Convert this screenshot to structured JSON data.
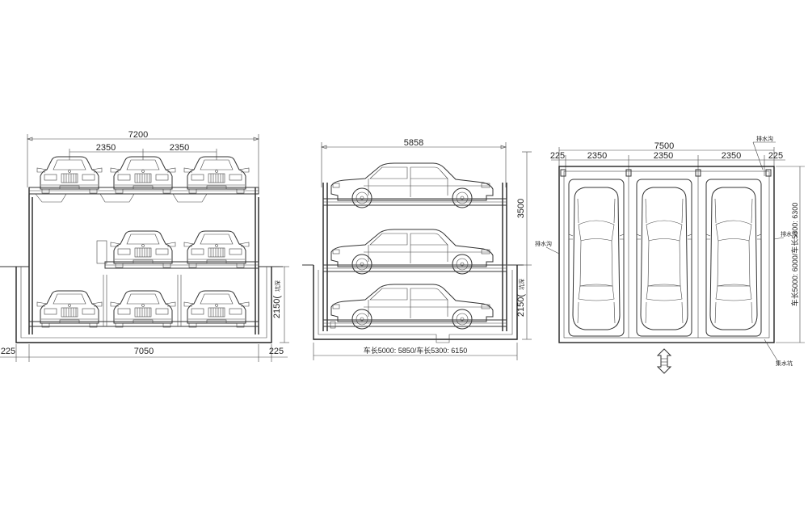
{
  "front_view": {
    "dims": {
      "overall_width": "7200",
      "bay_spacing_1": "2350",
      "bay_spacing_2": "2350",
      "pit_width": "7050",
      "left_margin": "225",
      "right_margin": "225",
      "pit_depth": "2150(",
      "pit_depth_note": "坑深"
    }
  },
  "side_view": {
    "dims": {
      "length": "5858",
      "level_height": "3500",
      "pit_depth": "2150(",
      "pit_depth_note": "坑深",
      "pit_length": "车长5000: 5850/车长5300: 6150"
    }
  },
  "plan_view": {
    "dims": {
      "overall_width": "7500",
      "left_margin": "225",
      "bay_1": "2350",
      "bay_2": "2350",
      "bay_3": "2350",
      "right_margin": "225",
      "depth": "车长5000: 6000/车长5300: 6300"
    },
    "notes": {
      "top_right": "排水沟",
      "left": "排水沟",
      "right": "排水沟",
      "bottom_right": "集水坑"
    },
    "arrow_icon": "entry-arrow-icon"
  }
}
